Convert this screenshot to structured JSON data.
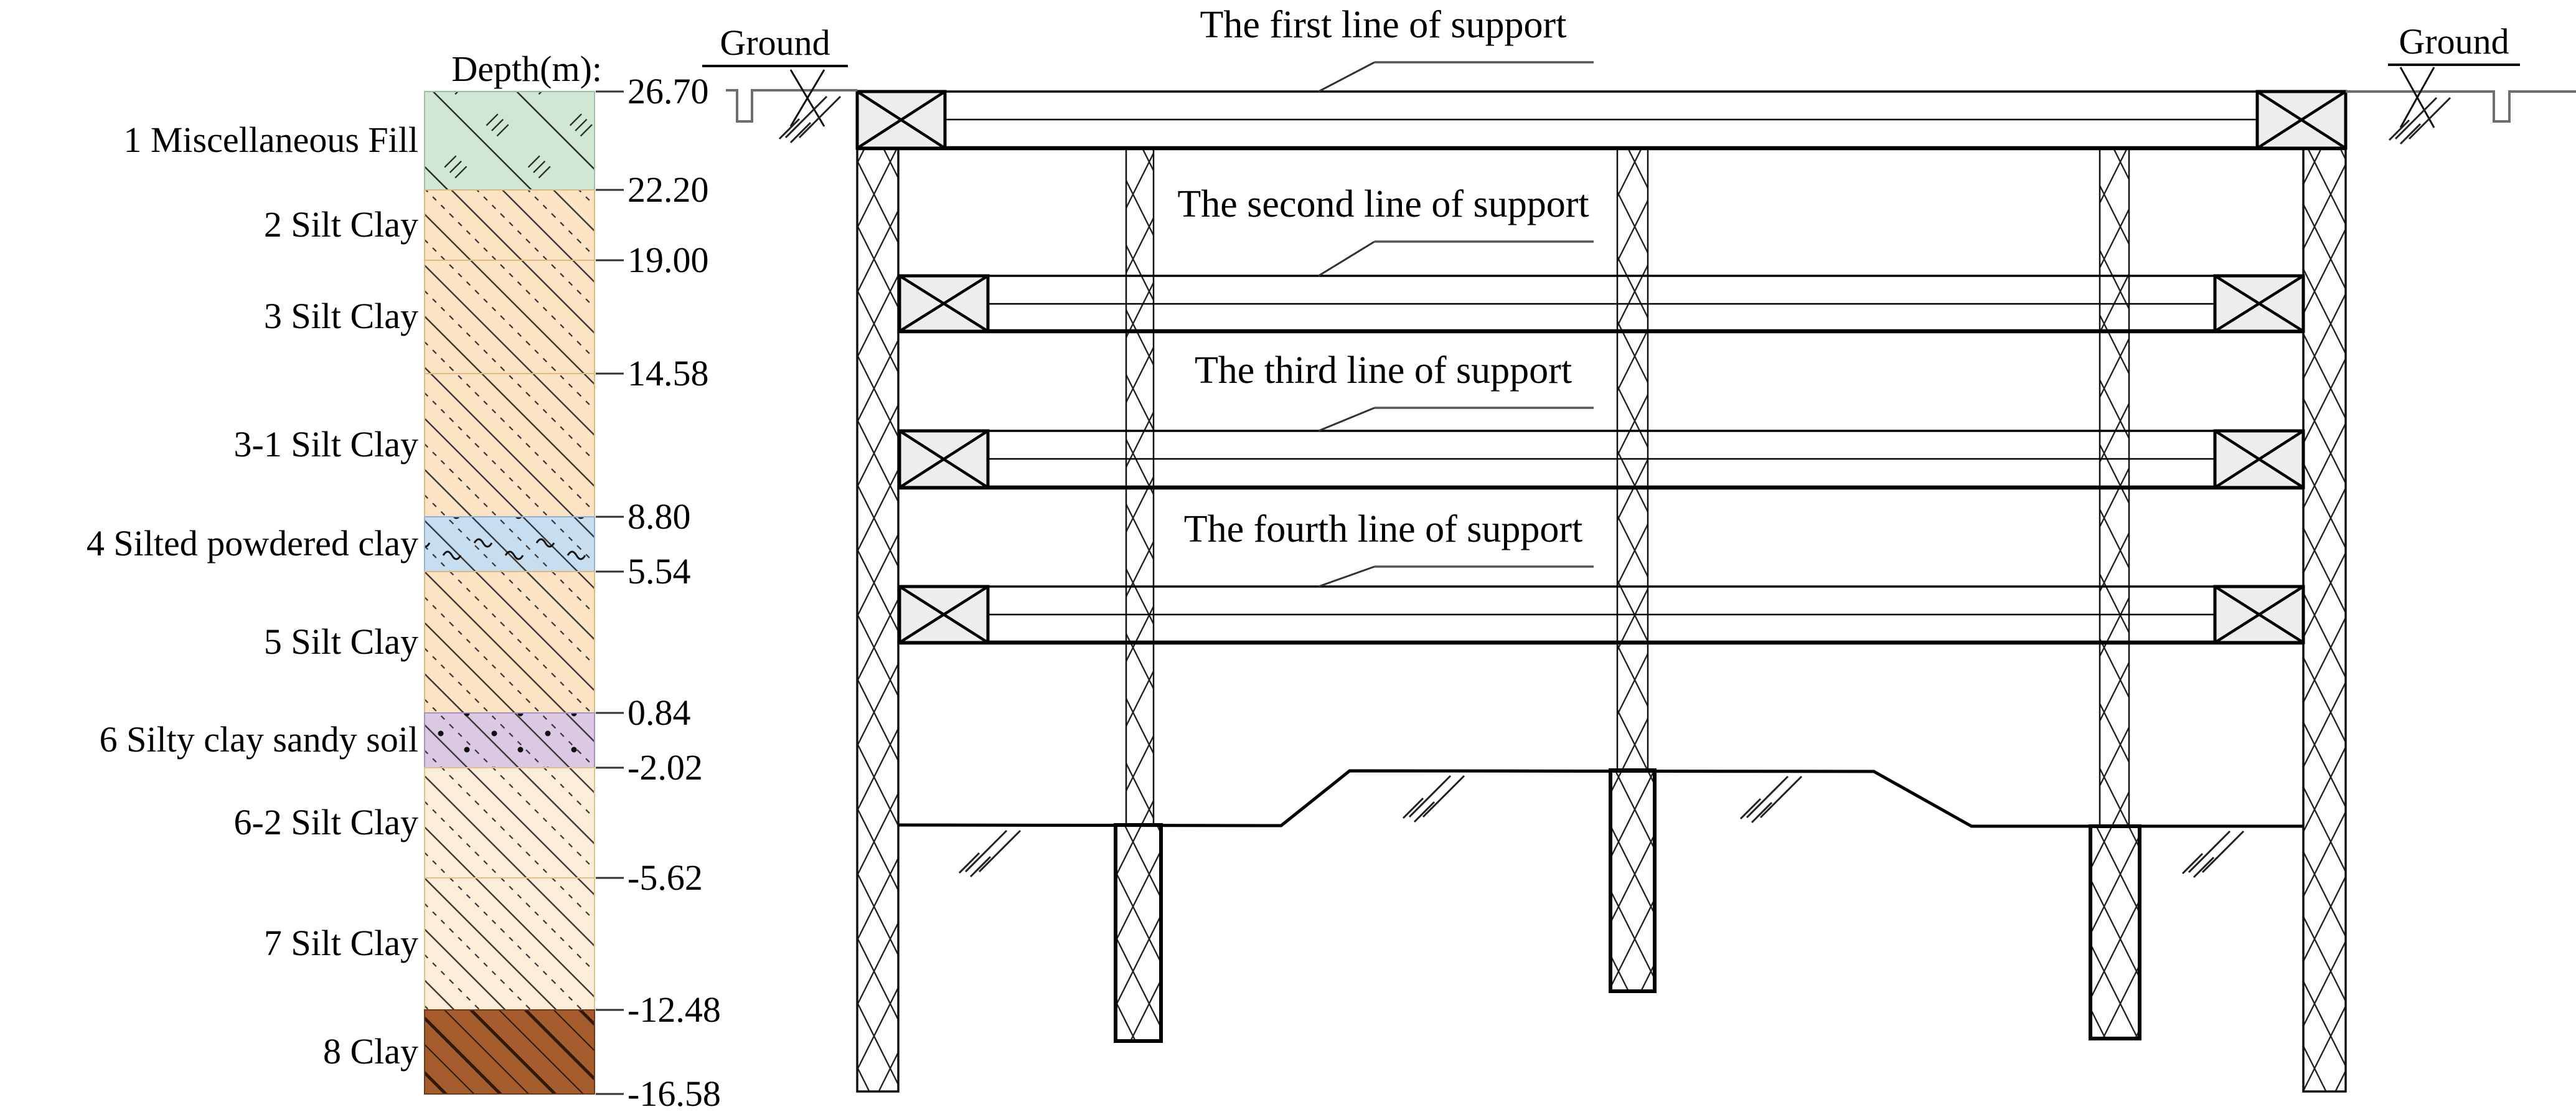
{
  "depth_header": "Depth(m):",
  "ground_left": "Ground",
  "ground_right": "Ground",
  "support_labels": [
    "The first line of support",
    "The second line of support",
    "The third line of support",
    "The fourth line of support"
  ],
  "soil_layers": [
    {
      "name": "1 Miscellaneous Fill",
      "top_depth": "26.70",
      "bottom_depth": "22.20",
      "fill": "#cfe7d3",
      "stroke": "#9cc0a3",
      "pattern": "fill"
    },
    {
      "name": "2 Silt Clay",
      "top_depth": "22.20",
      "bottom_depth": "19.00",
      "fill": "#fbe3c3",
      "stroke": "#dcb97e",
      "pattern": "silt"
    },
    {
      "name": "3 Silt Clay",
      "top_depth": "19.00",
      "bottom_depth": "14.58",
      "fill": "#fbe3c3",
      "stroke": "#dcb97e",
      "pattern": "silt"
    },
    {
      "name": "3-1 Silt Clay",
      "top_depth": "14.58",
      "bottom_depth": "8.80",
      "fill": "#fbe3c3",
      "stroke": "#dcb97e",
      "pattern": "silt"
    },
    {
      "name": "4 Silted powdered clay",
      "top_depth": "8.80",
      "bottom_depth": "5.54",
      "fill": "#c7def1",
      "stroke": "#8fb3d6",
      "pattern": "silt_powder"
    },
    {
      "name": "5 Silt Clay",
      "top_depth": "5.54",
      "bottom_depth": "0.84",
      "fill": "#fbe3c3",
      "stroke": "#dcb97e",
      "pattern": "silt"
    },
    {
      "name": "6 Silty clay sandy soil",
      "top_depth": "0.84",
      "bottom_depth": "-2.02",
      "fill": "#dbc8e2",
      "stroke": "#ab8fc0",
      "pattern": "sandy"
    },
    {
      "name": "6-2 Silt Clay",
      "top_depth": "-2.02",
      "bottom_depth": "-5.62",
      "fill": "#fcedd9",
      "stroke": "#e3c18b",
      "pattern": "silt"
    },
    {
      "name": "7 Silt Clay",
      "top_depth": "-5.62",
      "bottom_depth": "-12.48",
      "fill": "#fcedd9",
      "stroke": "#e3c18b",
      "pattern": "silt"
    },
    {
      "name": "8 Clay",
      "top_depth": "-12.48",
      "bottom_depth": "-16.58",
      "fill": "#a55c2d",
      "stroke": "#6e3a16",
      "pattern": "clay"
    }
  ],
  "depth_marks": [
    "26.70",
    "22.20",
    "19.00",
    "14.58",
    "8.80",
    "5.54",
    "0.84",
    "-2.02",
    "-5.62",
    "-12.48",
    "-16.58"
  ],
  "colors": {
    "line": "#000000",
    "ground_line": "#6e6e6e",
    "beam_box_fill": "#ededed",
    "pattern_line": "#333333",
    "leader_line": "#555555"
  }
}
